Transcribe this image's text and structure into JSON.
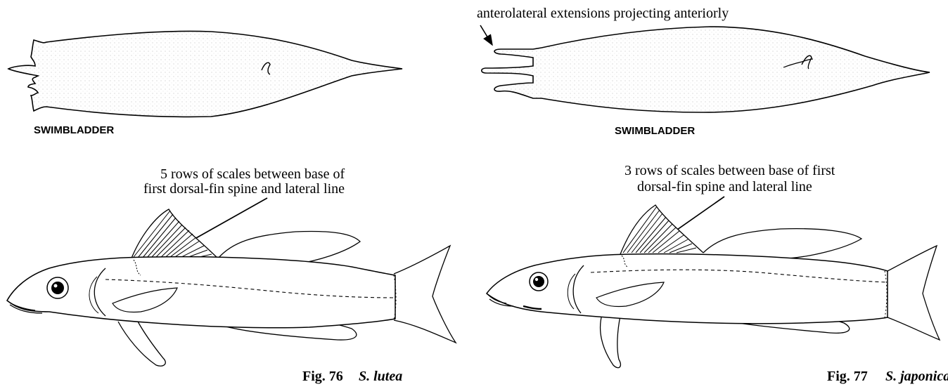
{
  "left_panel": {
    "swimbladder_label": "SWIMBLADDER",
    "annotation_line1": "5 rows of scales between base of",
    "annotation_line2": "first dorsal-fin spine and lateral line",
    "fig_number": "Fig. 76",
    "species": "S. lutea"
  },
  "right_panel": {
    "swimbladder_top_note": "anterolateral extensions projecting anteriorly",
    "swimbladder_label": "SWIMBLADDER",
    "annotation_line1": "3 rows of scales between base of first",
    "annotation_line2": "dorsal-fin spine and lateral line",
    "fig_number": "Fig. 77",
    "species": "S. japonica"
  }
}
